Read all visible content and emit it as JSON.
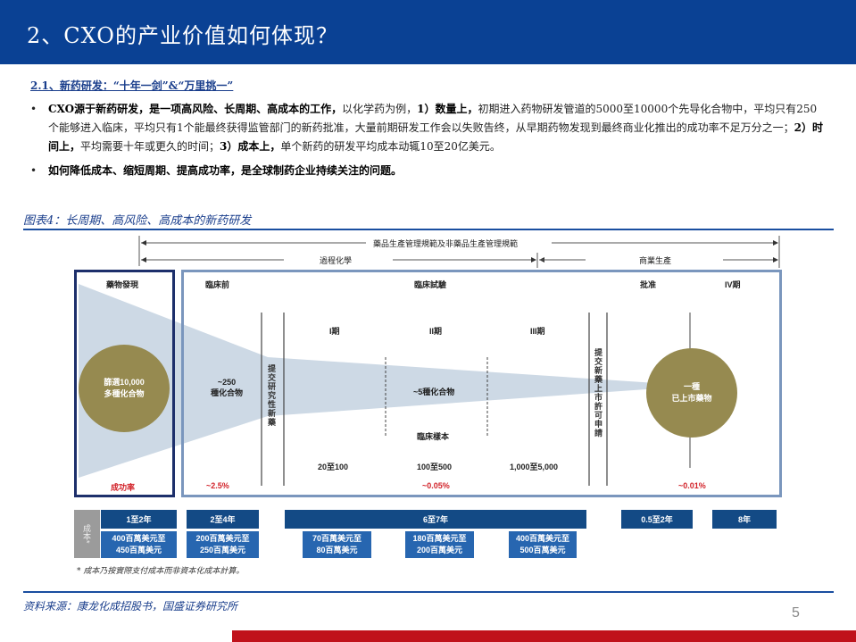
{
  "header": {
    "title": "2、CXO的产业价值如何体现？"
  },
  "section": {
    "subtitle": "2.1、新药研发：“十年一剑”&“万里挑一”"
  },
  "bullets": [
    {
      "bold_lead": "CXO源于新药研发，是一项高风险、长周期、高成本的工作，",
      "text1": "以化学药为例，",
      "bold1": "1）数量上，",
      "text2": "初期进入药物研发管道的5000至10000个先导化合物中，平均只有250个能够进入临床，平均只有1个能最终获得监管部门的新药批准，大量前期研发工作会以失败告终，从早期药物发现到最终商业化推出的成功率不足万分之一；",
      "bold2": "2）时间上，",
      "text3": "平均需要十年或更久的时间；",
      "bold3": "3）成本上，",
      "text4": "单个新药的研发平均成本动辄10至20亿美元。"
    },
    {
      "bold_lead": "如何降低成本、缩短周期、提高成功率，是全球制药企业持续关注的问题。"
    }
  ],
  "figure": {
    "title": "图表4：长周期、高风险、高成本的新药研发",
    "top_arrows": {
      "gmp": "藥品生產管理規範及非藥品生產管理規範",
      "process_chem": "過程化學",
      "commercial": "商業生產"
    },
    "stages": {
      "discovery": "藥物發現",
      "preclinical": "臨床前",
      "clinical": "臨床試驗",
      "approval": "批准",
      "phase4": "IV期"
    },
    "phases": [
      "I期",
      "II期",
      "III期"
    ],
    "discovery_circle": {
      "line1": "篩選10,000",
      "line2": "多種化合物"
    },
    "preclinical_count": {
      "line1": "~250",
      "line2": "種化合物"
    },
    "ind_label": "提交研究性新藥",
    "nda_label": "提交新藥上市許可申請",
    "clinical_count": "~5種化合物",
    "clinical_sample_label": "臨床樣本",
    "sample_sizes": [
      "20至100",
      "100至500",
      "1,000至5,000"
    ],
    "final_circle": {
      "line1": "一種",
      "line2": "已上市藥物"
    },
    "success_rate_label": "成功率",
    "success_rates": {
      "preclinical": "~2.5%",
      "clinical": "~0.05%",
      "approval": "~0.01%"
    },
    "side_label": "成本*",
    "durations": [
      "1至2年",
      "2至4年",
      "6至7年",
      "0.5至2年",
      "8年"
    ],
    "costs": [
      {
        "line1": "400百萬美元至",
        "line2": "450百萬美元"
      },
      {
        "line1": "200百萬美元至",
        "line2": "250百萬美元"
      },
      {
        "line1": "70百萬美元至",
        "line2": "80百萬美元"
      },
      {
        "line1": "180百萬美元至",
        "line2": "200百萬美元"
      },
      {
        "line1": "400百萬美元至",
        "line2": "500百萬美元"
      }
    ],
    "footnote": "* 成本乃按實際支付成本而非資本化成本計算。"
  },
  "footer": {
    "source": "资料来源：康龙化成招股书，国盛证券研究所",
    "page": "5"
  },
  "colors": {
    "header_blue": "#0a4194",
    "accent_red": "#c0121b",
    "circle_gold": "#968a50",
    "box_dark_blue": "#134a85",
    "box_mid_blue": "#2766b0",
    "funnel": "#cdd9e5"
  }
}
